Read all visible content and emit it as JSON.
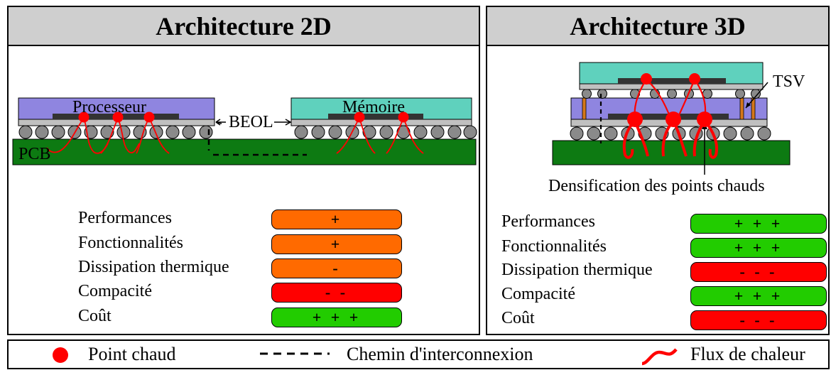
{
  "panels": {
    "arch2d": {
      "title": "Architecture 2D",
      "chip_labels": {
        "processor": "Processeur",
        "memory": "Mémoire",
        "beol": "BEOL",
        "pcb": "PCB"
      },
      "metrics": [
        {
          "label": "Performances",
          "rating": "+",
          "color": "#ff6a00"
        },
        {
          "label": "Fonctionnalités",
          "rating": "+",
          "color": "#ff6a00"
        },
        {
          "label": "Dissipation thermique",
          "rating": "-",
          "color": "#ff6a00"
        },
        {
          "label": "Compacité",
          "rating": "- -",
          "color": "#ff0000"
        },
        {
          "label": "Coût",
          "rating": "+ + +",
          "color": "#22cc00"
        }
      ]
    },
    "arch3d": {
      "title": "Architecture 3D",
      "chip_labels": {
        "tsv": "TSV",
        "densification": "Densification des points chauds"
      },
      "metrics": [
        {
          "label": "Performances",
          "rating": "+ + +",
          "color": "#22cc00"
        },
        {
          "label": "Fonctionnalités",
          "rating": "+ + +",
          "color": "#22cc00"
        },
        {
          "label": "Dissipation thermique",
          "rating": "- - -",
          "color": "#ff0000"
        },
        {
          "label": "Compacité",
          "rating": "+ + +",
          "color": "#22cc00"
        },
        {
          "label": "Coût",
          "rating": "- - -",
          "color": "#ff0000"
        }
      ]
    }
  },
  "legend": {
    "hotspot": "Point chaud",
    "interconnect_path": "Chemin d'interconnexion",
    "heat_flux": "Flux de chaleur"
  },
  "colors": {
    "processor": "#8f85e0",
    "memory": "#5fd1bd",
    "pcb": "#0d7a12",
    "substrate": "#c0c0c0",
    "hotspot": "#ff0000",
    "header": "#cfcfcf"
  }
}
